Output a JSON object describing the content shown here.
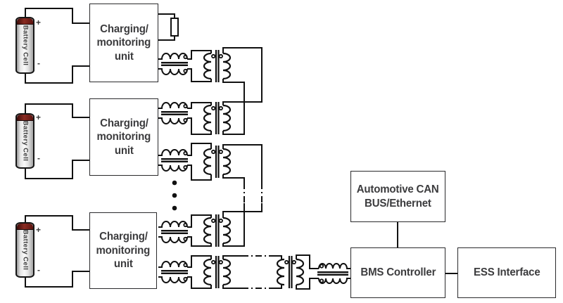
{
  "diagram": {
    "battery": {
      "label": "Battery Cell",
      "plus": "+",
      "minus": "-"
    },
    "charging_unit": {
      "lines": [
        "Charging/",
        "monitoring",
        "unit"
      ]
    },
    "can_bus": {
      "lines": [
        "Automotive CAN",
        "BUS/Ethernet"
      ]
    },
    "bms": {
      "label": "BMS Controller"
    },
    "ess": {
      "label": "ESS Interface"
    }
  },
  "colors": {
    "line": "#111111",
    "box_border": "#2a2a2c",
    "text": "#3c3c3e",
    "battery_cap": "#6e1b15",
    "battery_body": "#e6e6e6",
    "background": "#ffffff"
  }
}
